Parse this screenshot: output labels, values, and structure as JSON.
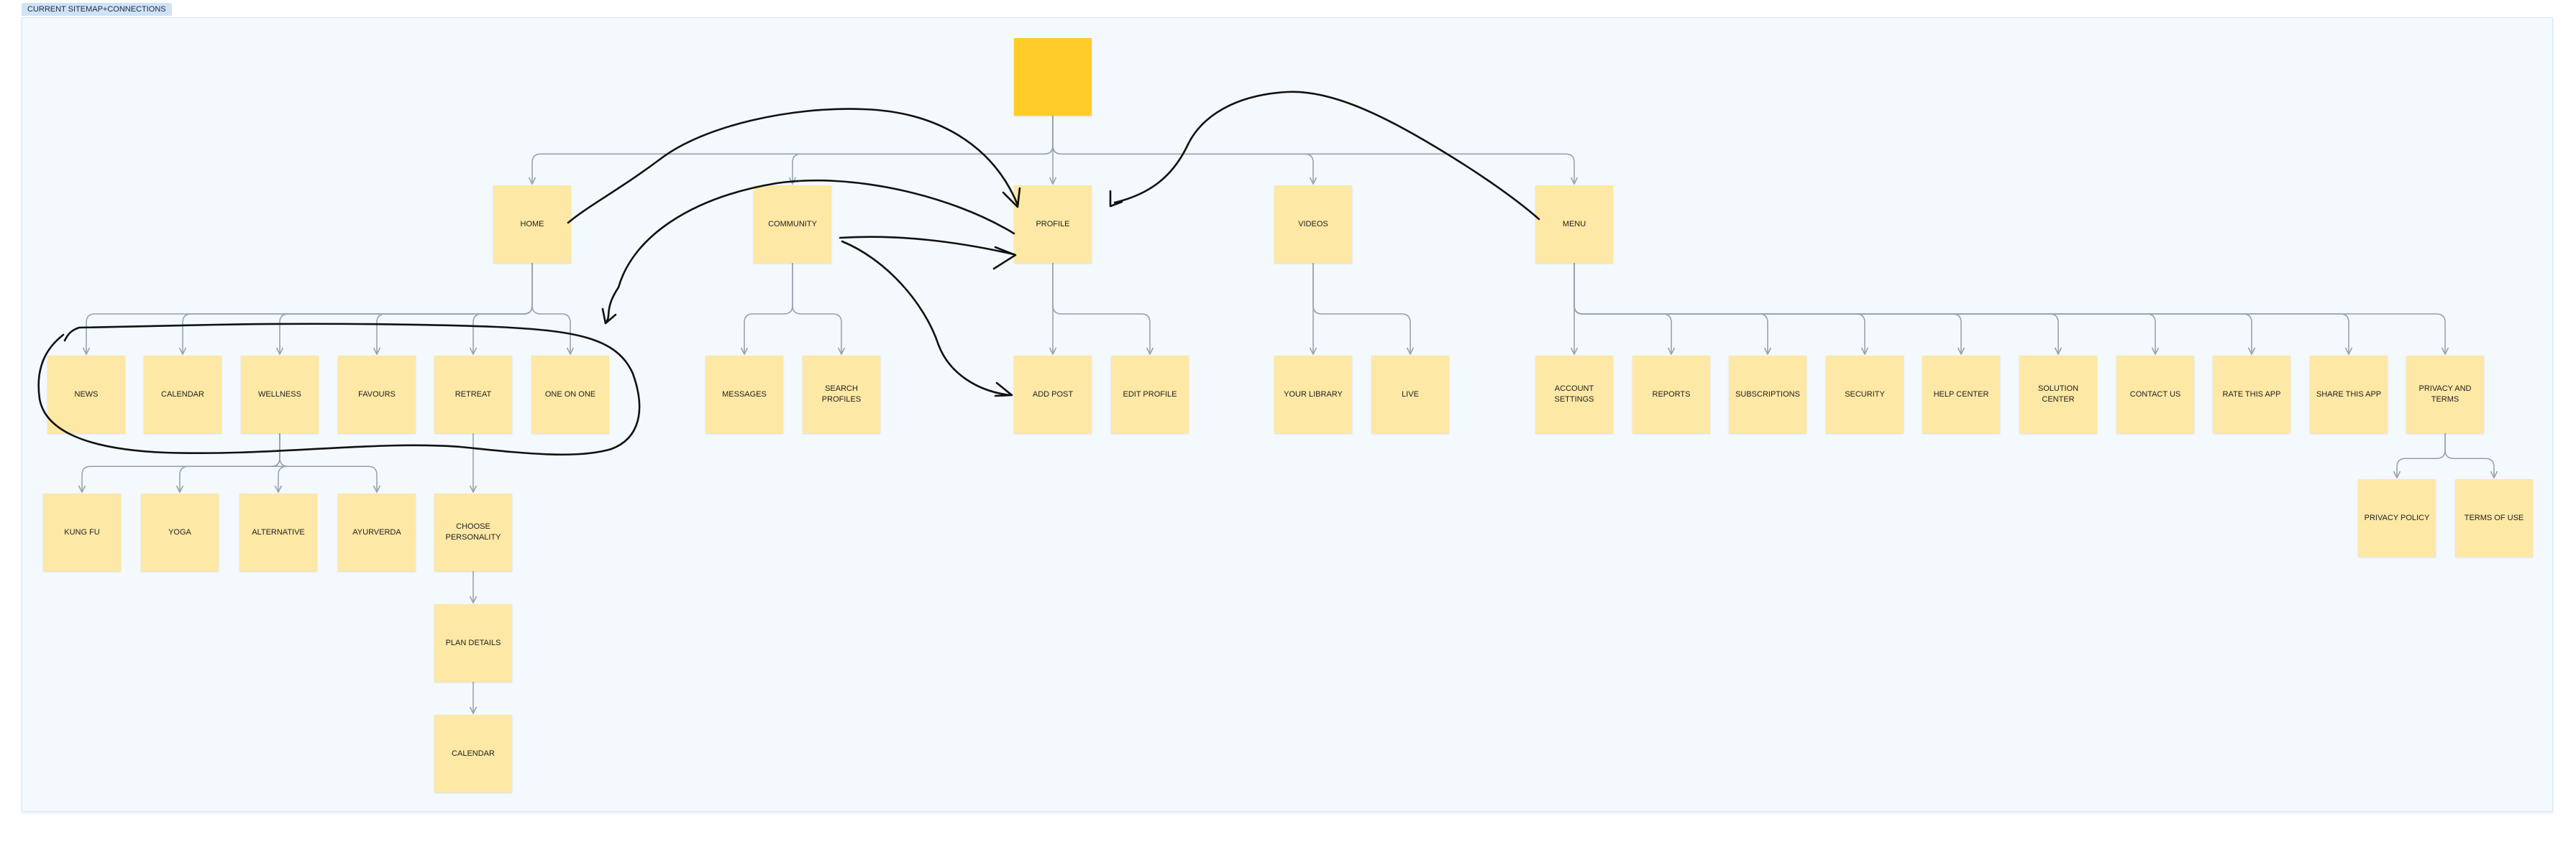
{
  "frame": {
    "title": "CURRENT SITEMAP+CONNECTIONS"
  },
  "nodes": {
    "root": "",
    "home": "HOME",
    "community": "COMMUNITY",
    "profile": "PROFILE",
    "videos": "VIDEOS",
    "menu": "MENU",
    "news": "NEWS",
    "calendar_home": "CALENDAR",
    "wellness": "WELLNESS",
    "favours": "FAVOURS",
    "retreat": "RETREAT",
    "one_on_one": "ONE ON ONE",
    "messages": "MESSAGES",
    "search_profiles": "SEARCH PROFILES",
    "add_post": "ADD POST",
    "edit_profile": "EDIT PROFILE",
    "your_library": "YOUR LIBRARY",
    "live": "LIVE",
    "account_settings": "ACCOUNT SETTINGS",
    "reports": "REPORTS",
    "subscriptions": "SUBSCRIPTIONS",
    "security": "SECURITY",
    "help_center": "HELP CENTER",
    "solution_center": "SOLUTION CENTER",
    "contact_us": "CONTACT US",
    "rate_this_app": "RATE THIS APP",
    "share_this_app": "SHARE THIS APP",
    "privacy_and_terms": "PRIVACY AND TERMS",
    "kung_fu": "KUNG FU",
    "yoga": "YOGA",
    "alternative": "ALTERNATIVE",
    "ayurverda": "AYURVERDA",
    "choose_personality": "CHOOSE PERSONALITY",
    "plan_details": "PLAN DETAILS",
    "calendar_plan": "CALENDAR",
    "privacy_policy": "PRIVACY POLICY",
    "terms_of_use": "TERMS OF USE"
  },
  "edges": [
    [
      "root",
      "home"
    ],
    [
      "root",
      "community"
    ],
    [
      "root",
      "profile"
    ],
    [
      "root",
      "videos"
    ],
    [
      "root",
      "menu"
    ],
    [
      "home",
      "news"
    ],
    [
      "home",
      "calendar_home"
    ],
    [
      "home",
      "wellness"
    ],
    [
      "home",
      "favours"
    ],
    [
      "home",
      "retreat"
    ],
    [
      "home",
      "one_on_one"
    ],
    [
      "community",
      "messages"
    ],
    [
      "community",
      "search_profiles"
    ],
    [
      "profile",
      "add_post"
    ],
    [
      "profile",
      "edit_profile"
    ],
    [
      "videos",
      "your_library"
    ],
    [
      "videos",
      "live"
    ],
    [
      "menu",
      "account_settings"
    ],
    [
      "menu",
      "reports"
    ],
    [
      "menu",
      "subscriptions"
    ],
    [
      "menu",
      "security"
    ],
    [
      "menu",
      "help_center"
    ],
    [
      "menu",
      "solution_center"
    ],
    [
      "menu",
      "contact_us"
    ],
    [
      "menu",
      "rate_this_app"
    ],
    [
      "menu",
      "share_this_app"
    ],
    [
      "menu",
      "privacy_and_terms"
    ],
    [
      "wellness",
      "kung_fu"
    ],
    [
      "wellness",
      "yoga"
    ],
    [
      "wellness",
      "alternative"
    ],
    [
      "wellness",
      "ayurverda"
    ],
    [
      "retreat",
      "choose_personality"
    ],
    [
      "choose_personality",
      "plan_details"
    ],
    [
      "plan_details",
      "calendar_plan"
    ],
    [
      "privacy_and_terms",
      "privacy_policy"
    ],
    [
      "privacy_and_terms",
      "terms_of_use"
    ]
  ],
  "colors": {
    "frame_background": "#f4f9fd",
    "frame_tab": "#cfe3f8",
    "sticky_note": "#fde8a5",
    "root_note": "#ffcc29",
    "connector": "#9aa4b0",
    "ink": "#111111"
  }
}
